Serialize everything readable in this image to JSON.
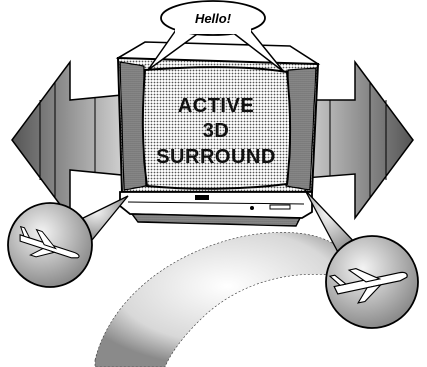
{
  "speech_bubble": {
    "text": "Hello!"
  },
  "screen": {
    "lines": [
      "ACTIVE",
      "3D",
      "SURROUND"
    ]
  },
  "icons": {
    "left_arrow": "left-sound-arrow-icon",
    "right_arrow": "right-sound-arrow-icon",
    "left_airplane": "airplane-icon",
    "right_airplane": "airplane-icon"
  },
  "colors": {
    "ink": "#000000",
    "paper": "#ffffff",
    "halftone": "#9a9a9a"
  }
}
